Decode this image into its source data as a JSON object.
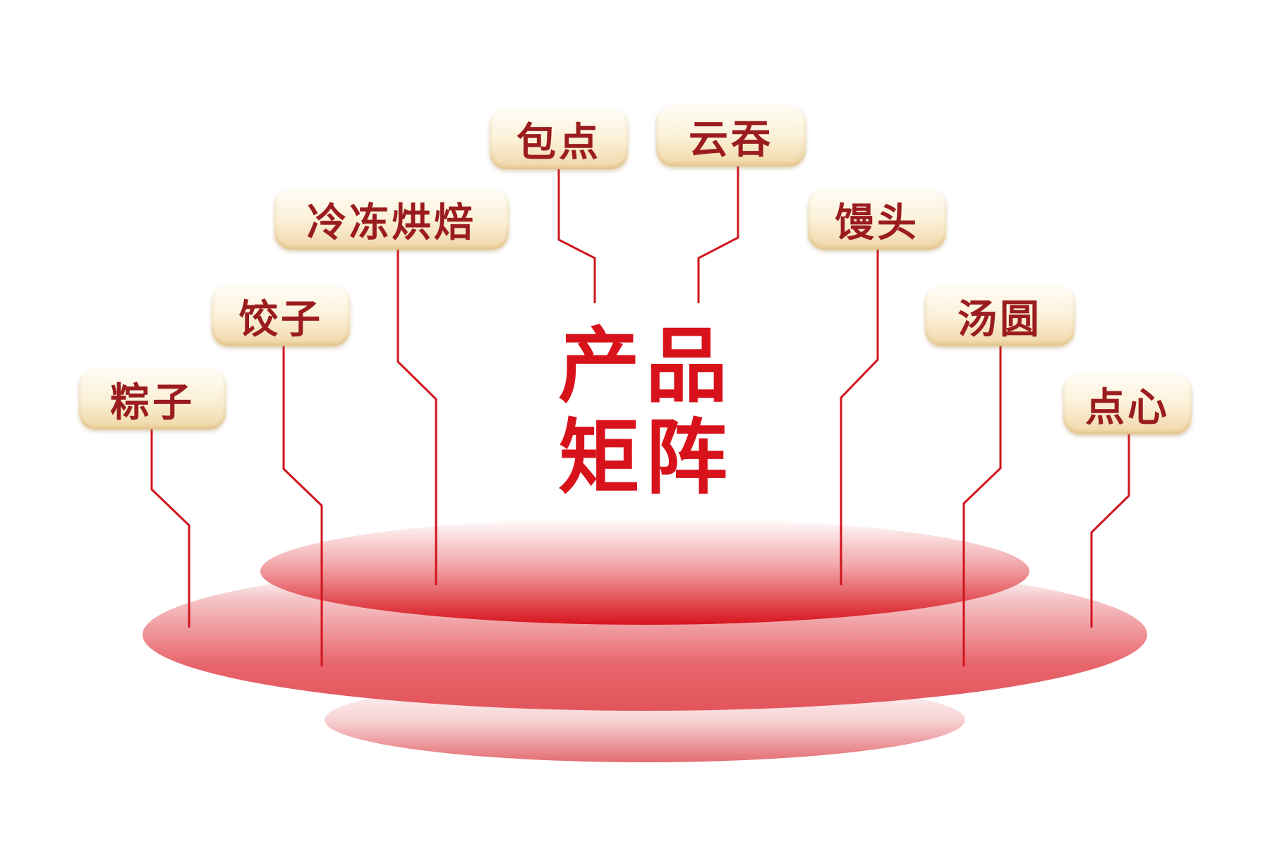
{
  "title": {
    "line1": "产品",
    "line2": "矩阵"
  },
  "products": [
    {
      "id": "zongzi",
      "label": "粽子"
    },
    {
      "id": "jiaozi",
      "label": "饺子"
    },
    {
      "id": "lengdong-hongbei",
      "label": "冷冻烘焙"
    },
    {
      "id": "baodian",
      "label": "包点"
    },
    {
      "id": "yuntun",
      "label": "云吞"
    },
    {
      "id": "mantou",
      "label": "馒头"
    },
    {
      "id": "tangyuan",
      "label": "汤圆"
    },
    {
      "id": "dianxin",
      "label": "点心"
    }
  ],
  "colors": {
    "accent": "#d8121b",
    "label_text": "#9b1c1f",
    "line": "#d0141c",
    "label_bg": "#fbf1d9"
  }
}
